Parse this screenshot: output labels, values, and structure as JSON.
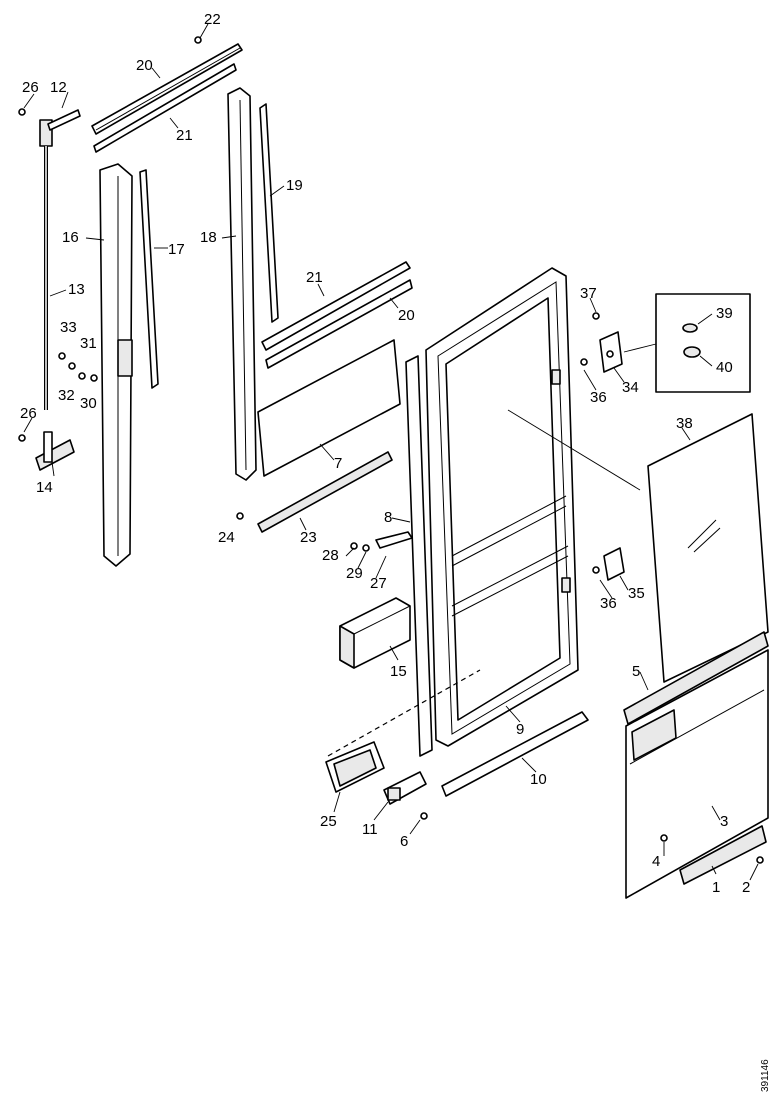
{
  "labels": {
    "p1": "1",
    "p2": "2",
    "p3": "3",
    "p4": "4",
    "p5": "5",
    "p6": "6",
    "p7": "7",
    "p8": "8",
    "p9": "9",
    "p10": "10",
    "p11": "11",
    "p12": "12",
    "p13": "13",
    "p14": "14",
    "p15": "15",
    "p16": "16",
    "p17": "17",
    "p18": "18",
    "p19": "19",
    "p20a": "20",
    "p20b": "20",
    "p21a": "21",
    "p21b": "21",
    "p22": "22",
    "p23": "23",
    "p24": "24",
    "p25": "25",
    "p26a": "26",
    "p26b": "26",
    "p27": "27",
    "p28": "28",
    "p29": "29",
    "p30": "30",
    "p31": "31",
    "p32": "32",
    "p33": "33",
    "p34": "34",
    "p35": "35",
    "p36a": "36",
    "p36b": "36",
    "p37": "37",
    "p38": "38",
    "p39": "39",
    "p40": "40"
  },
  "reference_code": "391146"
}
